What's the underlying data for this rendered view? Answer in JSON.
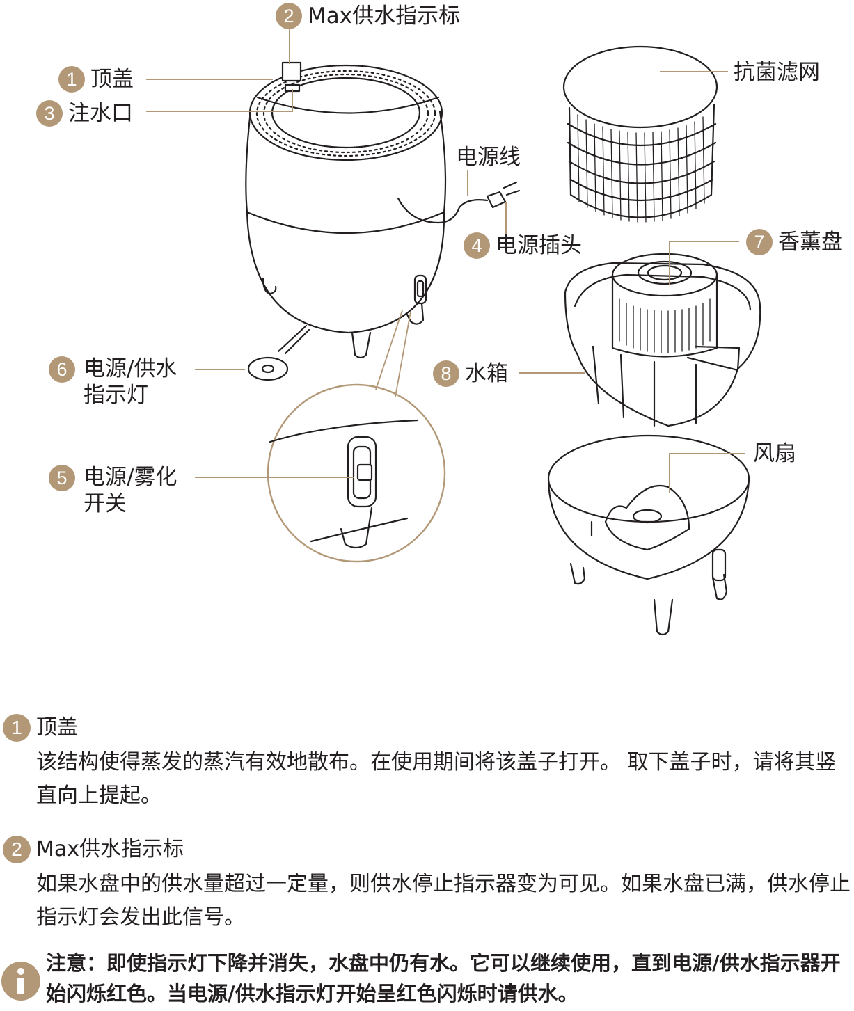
{
  "labels": {
    "top_cover": "顶盖",
    "max_indicator": "Max供水指示标",
    "water_inlet": "注水口",
    "power_cord": "电源线",
    "power_plug": "电源插头",
    "filter": "抗菌滤网",
    "aroma_tray": "香薰盘",
    "water_tank": "水箱",
    "fan": "风扇",
    "indicator_light_line1": "电源/供水",
    "indicator_light_line2": "指示灯",
    "switch_line1": "电源/雾化",
    "switch_line2": "开关"
  },
  "numbers": {
    "n1": "1",
    "n2": "2",
    "n3": "3",
    "n4": "4",
    "n5": "5",
    "n6": "6",
    "n7": "7",
    "n8": "8"
  },
  "sections": [
    {
      "num": "1",
      "title": "顶盖",
      "body": "该结构使得蒸发的蒸汽有效地散布。在使用期间将该盖子打开。 取下盖子时，请将其竖直向上提起。"
    },
    {
      "num": "2",
      "title": "Max供水指示标",
      "body": "如果水盘中的供水量超过一定量，则供水停止指示器变为可见。如果水盘已满，供水停止指示灯会发出此信号。"
    }
  ],
  "note": {
    "icon": "info-icon",
    "text": "注意：即使指示灯下降并消失，水盘中仍有水。它可以继续使用，直到电源/供水指示器开始闪烁红色。当电源/供水指示灯开始呈红色闪烁时请供水。"
  },
  "colors": {
    "accent": "#b29877",
    "line": "#231f20"
  }
}
